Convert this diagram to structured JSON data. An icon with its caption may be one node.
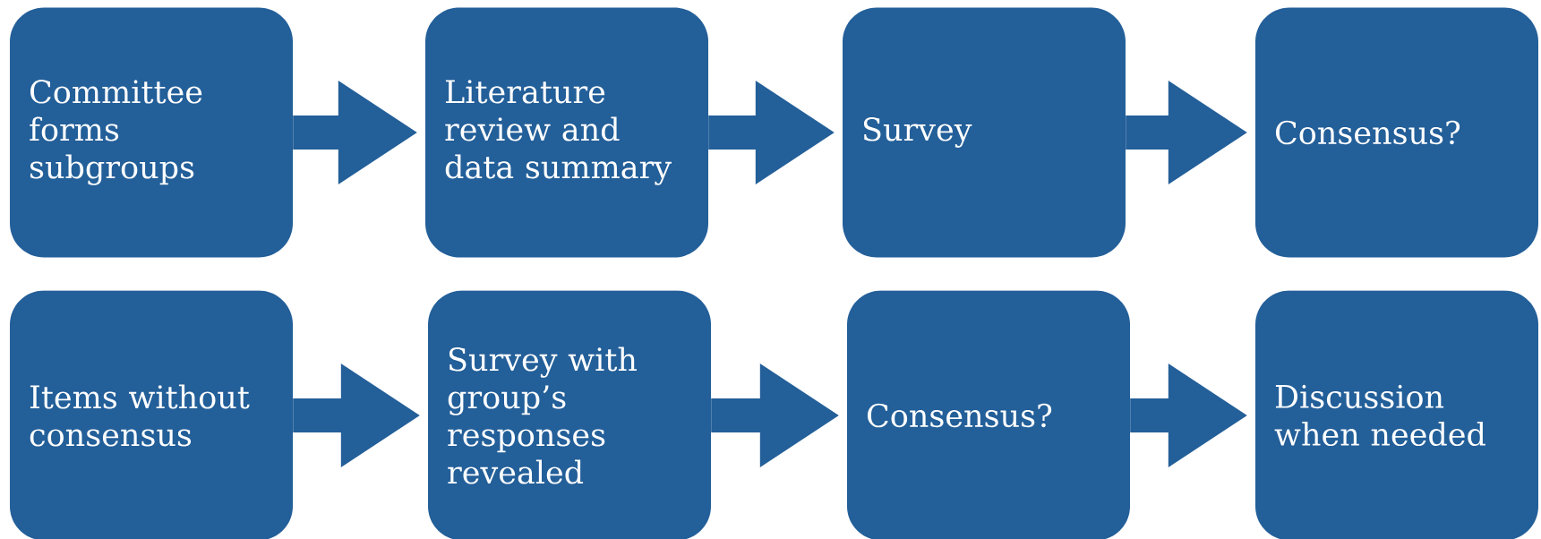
{
  "diagram": {
    "nodes": [
      {
        "text": [
          "Committee forms subgroups"
        ]
      },
      {
        "text": [
          "Literature review and data summary"
        ]
      },
      {
        "text": [
          "Survey"
        ]
      },
      {
        "text": [
          "Consensus?"
        ]
      },
      {
        "text": [
          "Items without consensus"
        ]
      },
      {
        "text": [
          "Survey with group’s responses revealed"
        ]
      },
      {
        "text": [
          "Consensus?"
        ]
      },
      {
        "text": [
          "Discussion when needed"
        ]
      }
    ],
    "edges": [
      {
        "from": 0,
        "to": 1,
        "arrow": "to"
      },
      {
        "from": 1,
        "to": 2,
        "arrow": "to"
      },
      {
        "from": 2,
        "to": 3,
        "arrow": "to"
      },
      {
        "from": 4,
        "to": 5,
        "arrow": "to"
      },
      {
        "from": 5,
        "to": 6,
        "arrow": "to"
      },
      {
        "from": 6,
        "to": 7,
        "arrow": "to"
      }
    ]
  }
}
